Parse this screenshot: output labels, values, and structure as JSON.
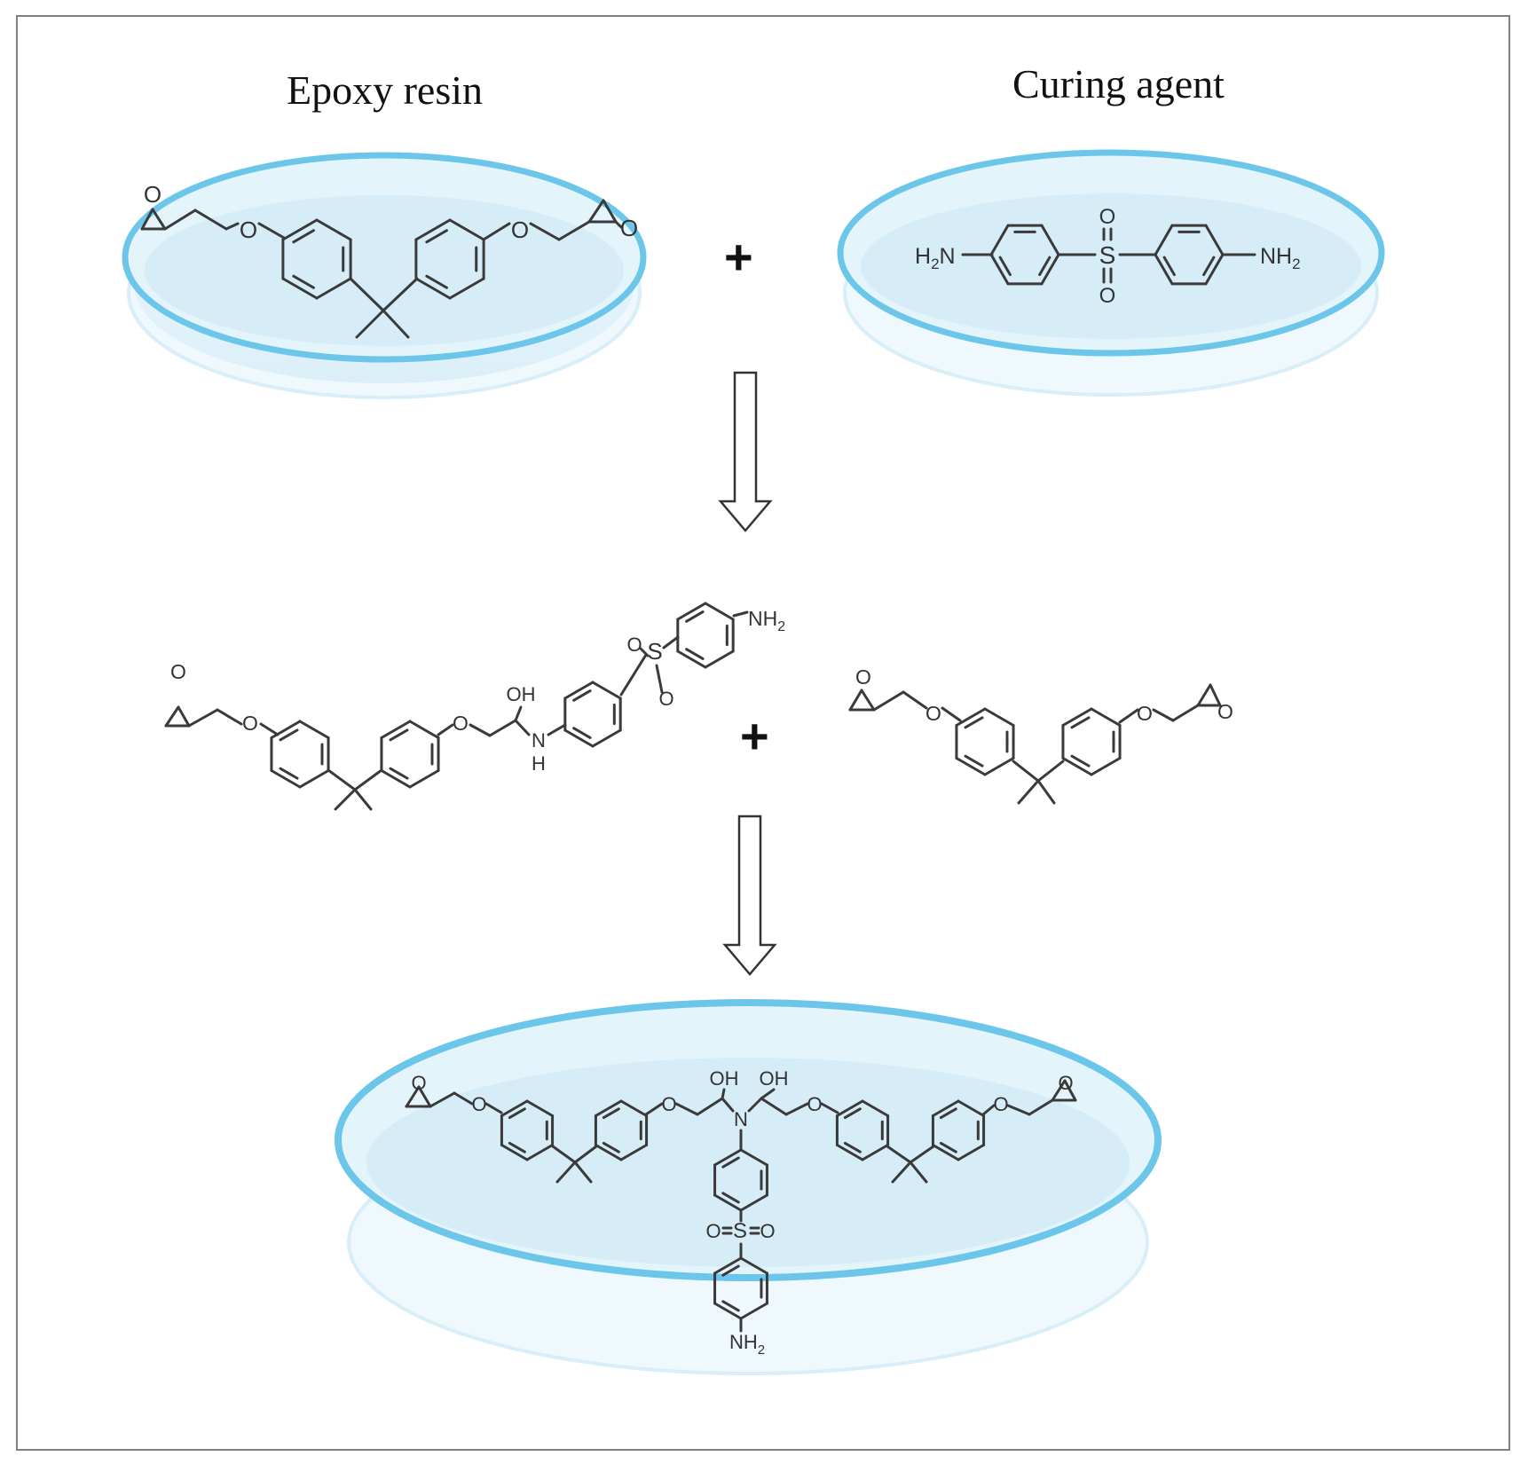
{
  "titles": {
    "epoxy_resin": "Epoxy resin",
    "curing_agent": "Curing agent"
  },
  "operators": {
    "plus": "+"
  },
  "atom_labels": {
    "O": "O",
    "S": "S",
    "N": "N",
    "H": "H",
    "OH": "OH",
    "NH": "NH",
    "NH2": "NH",
    "H2N": "H",
    "subscript2": "2",
    "N_suffix": "N"
  },
  "colors": {
    "dish_rim": "#6cc6ea",
    "dish_fill": "#d6eef8",
    "dish_shadow": "#e3f3fa",
    "bond": "#3a3a3a",
    "frame": "#808080",
    "arrow": "#333333"
  },
  "reaction_steps": 2
}
